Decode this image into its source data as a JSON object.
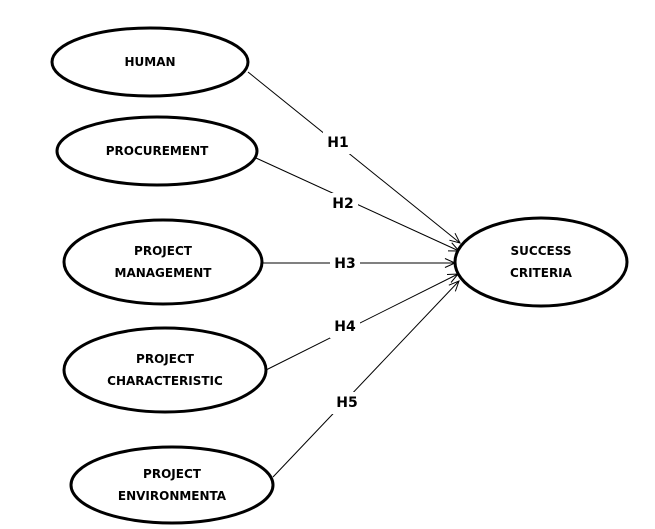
{
  "diagram": {
    "nodes": [
      {
        "id": "human",
        "lines": [
          "HUMAN"
        ]
      },
      {
        "id": "procurement",
        "lines": [
          "PROCUREMENT"
        ]
      },
      {
        "id": "project-management",
        "lines": [
          "PROJECT",
          "MANAGEMENT"
        ]
      },
      {
        "id": "project-characteristic",
        "lines": [
          "PROJECT",
          "CHARACTERISTIC"
        ]
      },
      {
        "id": "project-environmenta",
        "lines": [
          "PROJECT",
          "ENVIRONMENTA"
        ]
      },
      {
        "id": "success-criteria",
        "lines": [
          "SUCCESS",
          "CRITERIA"
        ]
      }
    ],
    "edges": [
      {
        "from": "human",
        "to": "success-criteria",
        "label": "H1"
      },
      {
        "from": "procurement",
        "to": "success-criteria",
        "label": "H2"
      },
      {
        "from": "project-management",
        "to": "success-criteria",
        "label": "H3"
      },
      {
        "from": "project-characteristic",
        "to": "success-criteria",
        "label": "H4"
      },
      {
        "from": "project-environmenta",
        "to": "success-criteria",
        "label": "H5"
      }
    ]
  }
}
